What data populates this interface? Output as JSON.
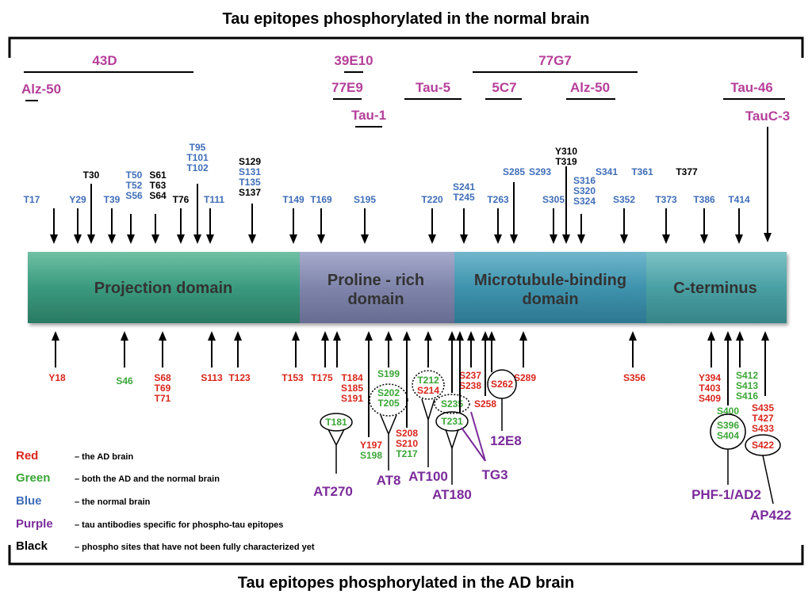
{
  "colors": {
    "red": "#d9261c",
    "green": "#3aa635",
    "blue": "#3f6eb8",
    "black": "#000000",
    "magenta": "#b53f9a",
    "purple": "#7a2b9a",
    "projection_domain": "#3a9a7e",
    "proline_domain": "#7f84ab",
    "mtbd_domain": "#3f93ad",
    "cterm_domain": "#4aa0a4"
  },
  "titles": {
    "top": "Tau epitopes phosphorylated in the normal brain",
    "bottom": "Tau epitopes phosphorylated in the AD brain"
  },
  "domains": [
    {
      "name": "Projection domain",
      "lines": [
        "Projection domain"
      ]
    },
    {
      "name": "Proline - rich domain",
      "lines": [
        "Proline - rich",
        "domain"
      ]
    },
    {
      "name": "Microtubule-binding domain",
      "lines": [
        "Microtubule-binding",
        "domain"
      ]
    },
    {
      "name": "C-terminus",
      "lines": [
        "C-terminus"
      ]
    }
  ],
  "top_antibodies": [
    "43D",
    "Alz-50",
    "39E10",
    "77E9",
    "Tau-1",
    "Tau-5",
    "77G7",
    "5C7",
    "Alz-50",
    "Tau-46",
    "TauC-3"
  ],
  "top_sites": [
    {
      "labels": [
        [
          "T17",
          "blue"
        ]
      ]
    },
    {
      "labels": [
        [
          "Y29",
          "blue"
        ]
      ]
    },
    {
      "labels": [
        [
          "T30",
          "black"
        ]
      ]
    },
    {
      "labels": [
        [
          "T39",
          "blue"
        ]
      ]
    },
    {
      "labels": [
        [
          "T50",
          "blue"
        ],
        [
          "T52",
          "blue"
        ],
        [
          "S56",
          "blue"
        ]
      ]
    },
    {
      "labels": [
        [
          "S61",
          "black"
        ],
        [
          "T63",
          "black"
        ],
        [
          "S64",
          "black"
        ]
      ]
    },
    {
      "labels": [
        [
          "T76",
          "black"
        ]
      ]
    },
    {
      "labels": [
        [
          "T95",
          "blue"
        ],
        [
          "T101",
          "blue"
        ],
        [
          "T102",
          "blue"
        ]
      ]
    },
    {
      "labels": [
        [
          "T111",
          "blue"
        ]
      ]
    },
    {
      "labels": [
        [
          "S129",
          "black"
        ],
        [
          "S131",
          "blue"
        ],
        [
          "T135",
          "blue"
        ],
        [
          "S137",
          "black"
        ]
      ]
    },
    {
      "labels": [
        [
          "T149",
          "blue"
        ]
      ]
    },
    {
      "labels": [
        [
          "T169",
          "blue"
        ]
      ]
    },
    {
      "labels": [
        [
          "S195",
          "blue"
        ]
      ]
    },
    {
      "labels": [
        [
          "T220",
          "blue"
        ]
      ]
    },
    {
      "labels": [
        [
          "S241",
          "blue"
        ],
        [
          "T245",
          "blue"
        ]
      ]
    },
    {
      "labels": [
        [
          "T263",
          "blue"
        ]
      ]
    },
    {
      "labels": [
        [
          "S285",
          "blue"
        ]
      ]
    },
    {
      "labels": [
        [
          "S293",
          "blue"
        ]
      ]
    },
    {
      "labels": [
        [
          "S305",
          "blue"
        ]
      ]
    },
    {
      "labels": [
        [
          "Y310",
          "black"
        ],
        [
          "T319",
          "black"
        ]
      ]
    },
    {
      "labels": [
        [
          "S341",
          "blue"
        ]
      ]
    },
    {
      "labels": [
        [
          "S316",
          "blue"
        ],
        [
          "S320",
          "blue"
        ],
        [
          "S324",
          "blue"
        ]
      ]
    },
    {
      "labels": [
        [
          "T361",
          "blue"
        ]
      ]
    },
    {
      "labels": [
        [
          "T377",
          "black"
        ]
      ]
    },
    {
      "labels": [
        [
          "S352",
          "blue"
        ]
      ]
    },
    {
      "labels": [
        [
          "T373",
          "blue"
        ]
      ]
    },
    {
      "labels": [
        [
          "T386",
          "blue"
        ]
      ]
    },
    {
      "labels": [
        [
          "T414",
          "blue"
        ]
      ]
    }
  ],
  "bottom_sites": [
    {
      "labels": [
        [
          "Y18",
          "red"
        ]
      ]
    },
    {
      "labels": [
        [
          "S46",
          "green"
        ]
      ]
    },
    {
      "labels": [
        [
          "S68",
          "red"
        ],
        [
          "T69",
          "red"
        ],
        [
          "T71",
          "red"
        ]
      ]
    },
    {
      "labels": [
        [
          "S113",
          "red"
        ]
      ]
    },
    {
      "labels": [
        [
          "T123",
          "red"
        ]
      ]
    },
    {
      "labels": [
        [
          "T153",
          "red"
        ]
      ]
    },
    {
      "labels": [
        [
          "T175",
          "red"
        ]
      ]
    },
    {
      "labels": [
        [
          "T184",
          "red"
        ],
        [
          "S185",
          "red"
        ],
        [
          "S191",
          "red"
        ]
      ]
    },
    {
      "labels": [
        [
          "T181",
          "green"
        ]
      ]
    },
    {
      "labels": [
        [
          "Y197",
          "red"
        ],
        [
          "S198",
          "green"
        ]
      ]
    },
    {
      "labels": [
        [
          "S199",
          "green"
        ]
      ]
    },
    {
      "labels": [
        [
          "S202",
          "green"
        ],
        [
          "T205",
          "green"
        ]
      ]
    },
    {
      "labels": [
        [
          "S208",
          "red"
        ],
        [
          "S210",
          "red"
        ],
        [
          "T217",
          "green"
        ]
      ]
    },
    {
      "labels": [
        [
          "T212",
          "green"
        ],
        [
          "S214",
          "red"
        ]
      ]
    },
    {
      "labels": [
        [
          "S235",
          "green"
        ]
      ]
    },
    {
      "labels": [
        [
          "T231",
          "green"
        ]
      ]
    },
    {
      "labels": [
        [
          "S237",
          "red"
        ],
        [
          "S238",
          "red"
        ]
      ]
    },
    {
      "labels": [
        [
          "S258",
          "red"
        ]
      ]
    },
    {
      "labels": [
        [
          "S262",
          "red"
        ]
      ]
    },
    {
      "labels": [
        [
          "S289",
          "red"
        ]
      ]
    },
    {
      "labels": [
        [
          "S356",
          "red"
        ]
      ]
    },
    {
      "labels": [
        [
          "Y394",
          "red"
        ],
        [
          "T403",
          "red"
        ],
        [
          "S409",
          "red"
        ]
      ]
    },
    {
      "labels": [
        [
          "S412",
          "green"
        ],
        [
          "S413",
          "green"
        ],
        [
          "S416",
          "green"
        ]
      ]
    },
    {
      "labels": [
        [
          "S400",
          "green"
        ]
      ]
    },
    {
      "labels": [
        [
          "S396",
          "green"
        ],
        [
          "S404",
          "green"
        ]
      ]
    },
    {
      "labels": [
        [
          "S435",
          "red"
        ],
        [
          "T427",
          "red"
        ],
        [
          "S433",
          "red"
        ]
      ]
    },
    {
      "labels": [
        [
          "S422",
          "red"
        ]
      ]
    }
  ],
  "bottom_antibodies": [
    "AT270",
    "AT8",
    "AT100",
    "AT180",
    "TG3",
    "12E8",
    "PHF-1/AD2",
    "AP422"
  ],
  "legend": [
    {
      "key": "Red",
      "color": "red",
      "desc": "– the AD brain"
    },
    {
      "key": "Green",
      "color": "green",
      "desc": "– both the AD and the normal brain"
    },
    {
      "key": "Blue",
      "color": "blue",
      "desc": "– the normal brain"
    },
    {
      "key": "Purple",
      "color": "purple",
      "desc": "– tau antibodies specific for phospho-tau epitopes"
    },
    {
      "key": "Black",
      "color": "black",
      "desc": "– phospho sites that have not been fully characterized yet"
    }
  ]
}
